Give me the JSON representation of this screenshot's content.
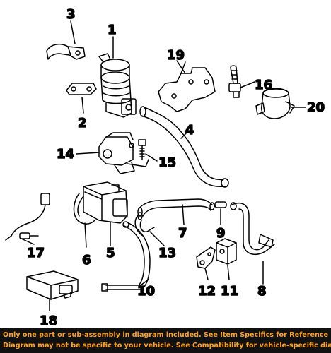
{
  "callouts": {
    "n1": "1",
    "n2": "2",
    "n3": "3",
    "n4": "4",
    "n5": "5",
    "n6": "6",
    "n7": "7",
    "n8": "8",
    "n9": "9",
    "n10": "10",
    "n11": "11",
    "n12": "12",
    "n13": "13",
    "n14": "14",
    "n15": "15",
    "n16": "16",
    "n17": "17",
    "n18": "18",
    "n19": "19",
    "n20": "20"
  },
  "footer": {
    "line1": "Only one part or sub-assembly in diagram included. See Item Specifics for Reference #.",
    "line2": "Diagram may not be specific to your vehicle. See Compatibility for vehicle-specific diagrams."
  },
  "colors": {
    "footer_bg": "#111111",
    "footer_text": "#ffa21a"
  }
}
